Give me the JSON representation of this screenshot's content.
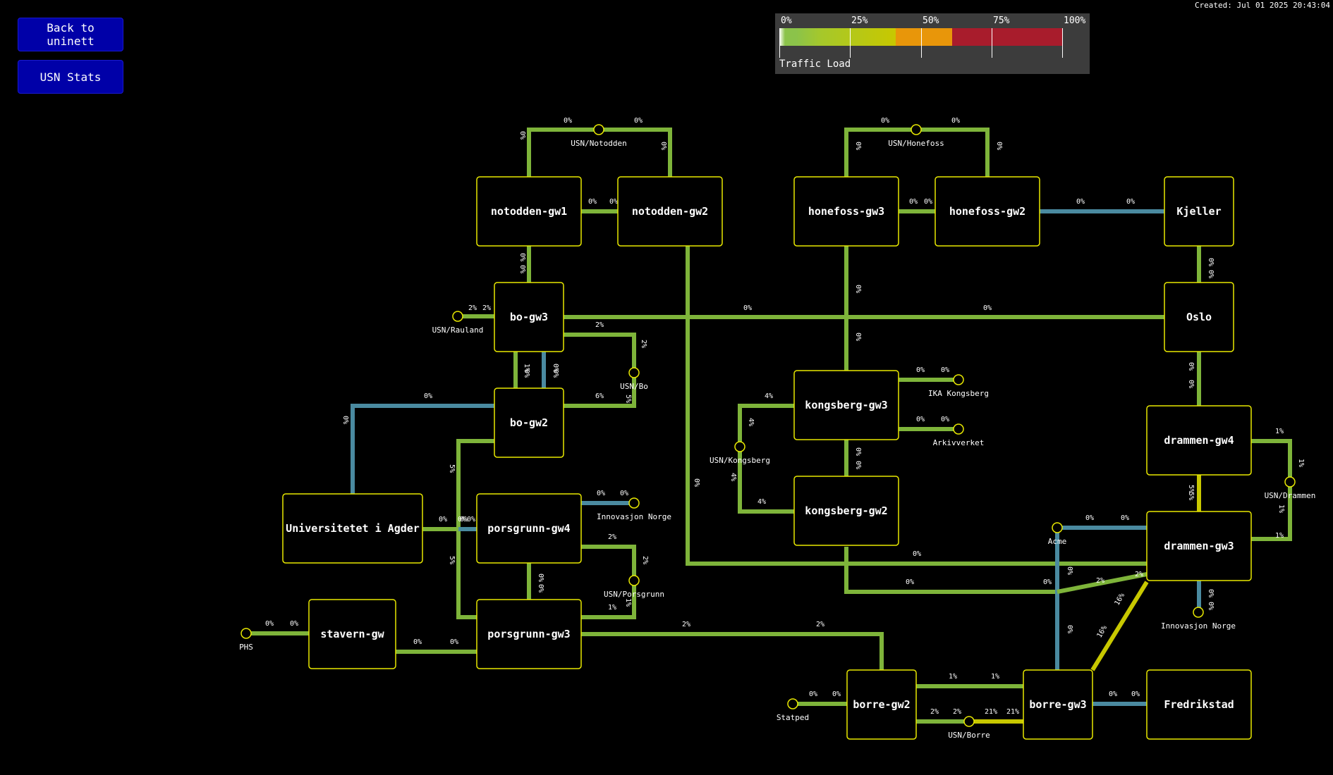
{
  "nav": {
    "back_label": "Back to uninett",
    "stats_label": "USN Stats"
  },
  "created": "Created: Jul 01 2025 20:43:04",
  "legend": {
    "title": "Traffic Load",
    "ticks": [
      "0%",
      "25%",
      "50%",
      "75%",
      "100%"
    ],
    "colors": {
      "low": "#8bc34a",
      "mid": "#c8c800",
      "high": "#e8960a",
      "max": "#a81c2c"
    }
  },
  "colors": {
    "node_border": "#e8e800",
    "green": "#7eb43a",
    "blue": "#4a8aa0",
    "yellow": "#c8c800",
    "bg": "#000000"
  },
  "nodes": [
    {
      "id": "notodden-gw1",
      "label": "notodden-gw1"
    },
    {
      "id": "notodden-gw2",
      "label": "notodden-gw2"
    },
    {
      "id": "honefoss-gw3",
      "label": "honefoss-gw3"
    },
    {
      "id": "honefoss-gw2",
      "label": "honefoss-gw2"
    },
    {
      "id": "kjeller",
      "label": "Kjeller"
    },
    {
      "id": "bo-gw3",
      "label": "bo-gw3"
    },
    {
      "id": "oslo",
      "label": "Oslo"
    },
    {
      "id": "bo-gw2",
      "label": "bo-gw2"
    },
    {
      "id": "kongsberg-gw3",
      "label": "kongsberg-gw3"
    },
    {
      "id": "drammen-gw4",
      "label": "drammen-gw4"
    },
    {
      "id": "uia",
      "label": "Universitetet i Agder"
    },
    {
      "id": "porsgrunn-gw4",
      "label": "porsgrunn-gw4"
    },
    {
      "id": "kongsberg-gw2",
      "label": "kongsberg-gw2"
    },
    {
      "id": "drammen-gw3",
      "label": "drammen-gw3"
    },
    {
      "id": "stavern-gw",
      "label": "stavern-gw"
    },
    {
      "id": "porsgrunn-gw3",
      "label": "porsgrunn-gw3"
    },
    {
      "id": "borre-gw2",
      "label": "borre-gw2"
    },
    {
      "id": "borre-gw3",
      "label": "borre-gw3"
    },
    {
      "id": "fredrikstad",
      "label": "Fredrikstad"
    }
  ],
  "endpoints": [
    {
      "id": "usn-notodden",
      "label": "USN/Notodden"
    },
    {
      "id": "usn-honefoss",
      "label": "USN/Honefoss"
    },
    {
      "id": "usn-rauland",
      "label": "USN/Rauland"
    },
    {
      "id": "usn-bo",
      "label": "USN/Bo"
    },
    {
      "id": "ika-kongsberg",
      "label": "IKA Kongsberg"
    },
    {
      "id": "arkivverket",
      "label": "Arkivverket"
    },
    {
      "id": "usn-kongsberg",
      "label": "USN/Kongsberg"
    },
    {
      "id": "usn-drammen",
      "label": "USN/Drammen"
    },
    {
      "id": "innovasjon-norge-pg",
      "label": "Innovasjon Norge"
    },
    {
      "id": "usn-porsgrunn",
      "label": "USN/Porsgrunn"
    },
    {
      "id": "acme",
      "label": "Acme"
    },
    {
      "id": "innovasjon-norge-dr",
      "label": "Innovasjon Norge"
    },
    {
      "id": "phs",
      "label": "PHS"
    },
    {
      "id": "statped",
      "label": "Statped"
    },
    {
      "id": "usn-borre",
      "label": "USN/Borre"
    }
  ],
  "links": [
    {
      "id": "l1",
      "labels": [
        "0%",
        "0%"
      ]
    },
    {
      "id": "l2",
      "labels": [
        "0%",
        "0%"
      ]
    },
    {
      "id": "l3",
      "labels": [
        "0%",
        "0%"
      ]
    },
    {
      "id": "l4",
      "labels": [
        "0%",
        "0%"
      ]
    },
    {
      "id": "l5",
      "labels": [
        "0%",
        "0%"
      ]
    },
    {
      "id": "l6",
      "labels": [
        "0%",
        "0%"
      ]
    },
    {
      "id": "l7",
      "labels": [
        "0%",
        "0%"
      ]
    },
    {
      "id": "l8",
      "labels": [
        "0%",
        "0%"
      ]
    },
    {
      "id": "l9",
      "labels": [
        "0%",
        "0%"
      ]
    },
    {
      "id": "l10",
      "labels": [
        "2%",
        "2%"
      ]
    },
    {
      "id": "l11",
      "labels": [
        "0%",
        "0%"
      ]
    },
    {
      "id": "l12",
      "labels": [
        "0%",
        "0%"
      ]
    },
    {
      "id": "l13",
      "labels": [
        "0%",
        "0%"
      ]
    },
    {
      "id": "l14",
      "labels": [
        "2%",
        "2%"
      ]
    },
    {
      "id": "l15",
      "labels": [
        "1%",
        "0%"
      ]
    },
    {
      "id": "l16",
      "labels": [
        "6%",
        "5%"
      ]
    },
    {
      "id": "l17",
      "labels": [
        "0%",
        "0%"
      ]
    },
    {
      "id": "l18",
      "labels": [
        "0%",
        "0%"
      ]
    },
    {
      "id": "l19",
      "labels": [
        "1%",
        "1%"
      ]
    },
    {
      "id": "l20",
      "labels": [
        "4%",
        "4%"
      ]
    },
    {
      "id": "l21",
      "labels": [
        "4%",
        "4%"
      ]
    },
    {
      "id": "l22",
      "labels": [
        "0%",
        "0%"
      ]
    },
    {
      "id": "l23",
      "labels": [
        "0%",
        "0%"
      ]
    },
    {
      "id": "l24",
      "labels": [
        "5%",
        "5%"
      ]
    },
    {
      "id": "l25",
      "labels": [
        "1%",
        "1%"
      ]
    },
    {
      "id": "l26",
      "labels": [
        "2%",
        "2%"
      ]
    },
    {
      "id": "l27",
      "labels": [
        "5%",
        "5%"
      ]
    },
    {
      "id": "l28",
      "labels": [
        "0%",
        "0%"
      ]
    },
    {
      "id": "l29",
      "labels": [
        "0%",
        "0%"
      ]
    },
    {
      "id": "l30",
      "labels": [
        "0%",
        "0%"
      ]
    },
    {
      "id": "l31",
      "labels": [
        "0%",
        "0%"
      ]
    },
    {
      "id": "l32",
      "labels": [
        "0%",
        "0%"
      ]
    },
    {
      "id": "l33",
      "labels": [
        "2%",
        "2%"
      ]
    },
    {
      "id": "l34",
      "labels": [
        "0%",
        "0%"
      ]
    },
    {
      "id": "l35",
      "labels": [
        "0%",
        "0%"
      ]
    },
    {
      "id": "l36",
      "labels": [
        "0%",
        "0%"
      ]
    },
    {
      "id": "l37",
      "labels": [
        "0%",
        "0%"
      ]
    },
    {
      "id": "l38",
      "labels": [
        "0%",
        "0%"
      ]
    },
    {
      "id": "l39",
      "labels": [
        "2%",
        "2%"
      ]
    },
    {
      "id": "l40",
      "labels": [
        "0%",
        "0%"
      ]
    },
    {
      "id": "l41",
      "labels": [
        "1%",
        "1%"
      ]
    },
    {
      "id": "l42",
      "labels": [
        "2%",
        "2%"
      ]
    },
    {
      "id": "l43",
      "labels": [
        "21%",
        "21%"
      ]
    },
    {
      "id": "l44",
      "labels": [
        "0%",
        "0%"
      ]
    },
    {
      "id": "l45",
      "labels": [
        "16%",
        "16%"
      ]
    },
    {
      "id": "l46",
      "labels": [
        "0%",
        "0%"
      ]
    }
  ]
}
